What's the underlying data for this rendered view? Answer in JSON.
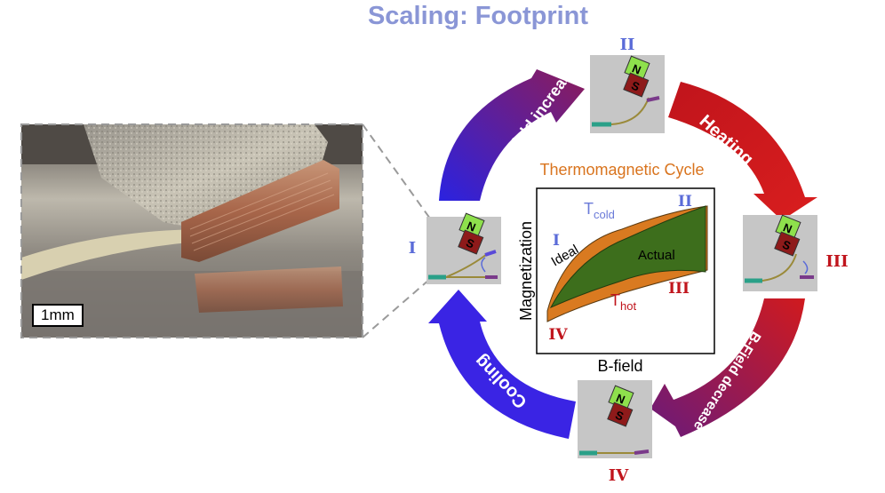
{
  "title": "Scaling: Footprint",
  "photo": {
    "scale_label": "1mm"
  },
  "states": {
    "I": "I",
    "II": "II",
    "III": "III",
    "IV": "IV"
  },
  "magnet": {
    "north": "N",
    "south": "S"
  },
  "arrows": {
    "b_increase": "B-Field increase",
    "heating": "Heating",
    "b_decrease": "B-Field decrease",
    "cooling": "Cooling"
  },
  "plot": {
    "title": "Thermomagnetic Cycle",
    "xlabel": "B-field",
    "ylabel": "Magnetization",
    "t_cold": "T",
    "t_cold_sub": "cold",
    "t_hot": "T",
    "t_hot_sub": "hot",
    "ideal": "Ideal",
    "actual": "Actual",
    "corner_I": "I",
    "corner_II": "II",
    "corner_III": "III",
    "corner_IV": "IV"
  },
  "colors": {
    "title": "#8a96d6",
    "state_blue": "#5a6bd8",
    "state_red": "#c0141c",
    "ideal_fill": "#d97a20",
    "actual_fill": "#3d6e1c",
    "plot_title": "#d9741e"
  }
}
